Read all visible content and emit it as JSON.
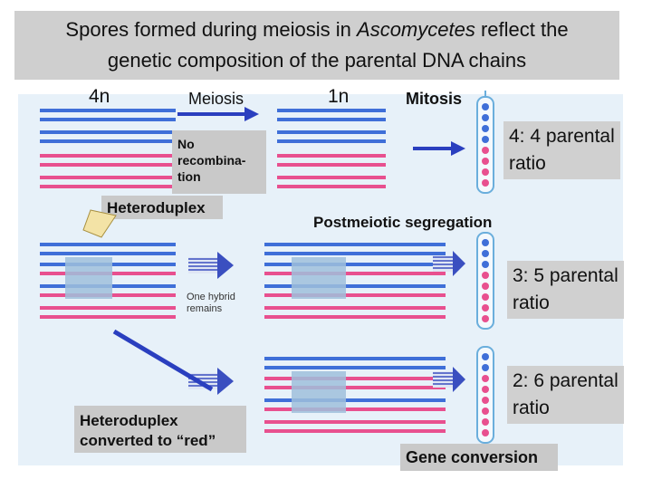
{
  "title_line1_pre": "Spores formed during meiosis in ",
  "title_italic": "Ascomycetes",
  "title_line1_post": " reflect the",
  "title_line2": "genetic composition of the parental DNA chains",
  "label_4n": "4n",
  "label_meiosis": "Meiosis",
  "label_1n": "1n",
  "label_mitosis": "Mitosis",
  "no_recombination": [
    "No",
    "recombina-",
    "tion"
  ],
  "heteroduplex": "Heteroduplex",
  "postmeiotic": "Postmeiotic segregation",
  "one_hybrid": [
    "One hybrid",
    "remains"
  ],
  "heteroduplex_converted": [
    "Heteroduplex",
    "converted to “red”"
  ],
  "gene_conversion": "Gene conversion",
  "ratios": {
    "r1": [
      "4: 4 parental",
      "ratio"
    ],
    "r2": [
      "3: 5 parental",
      "ratio"
    ],
    "r3": [
      "2: 6 parental",
      "ratio"
    ]
  },
  "colors": {
    "blue": "#3f6fd8",
    "pink": "#e8508f",
    "arrow": "#2a3fbf"
  }
}
